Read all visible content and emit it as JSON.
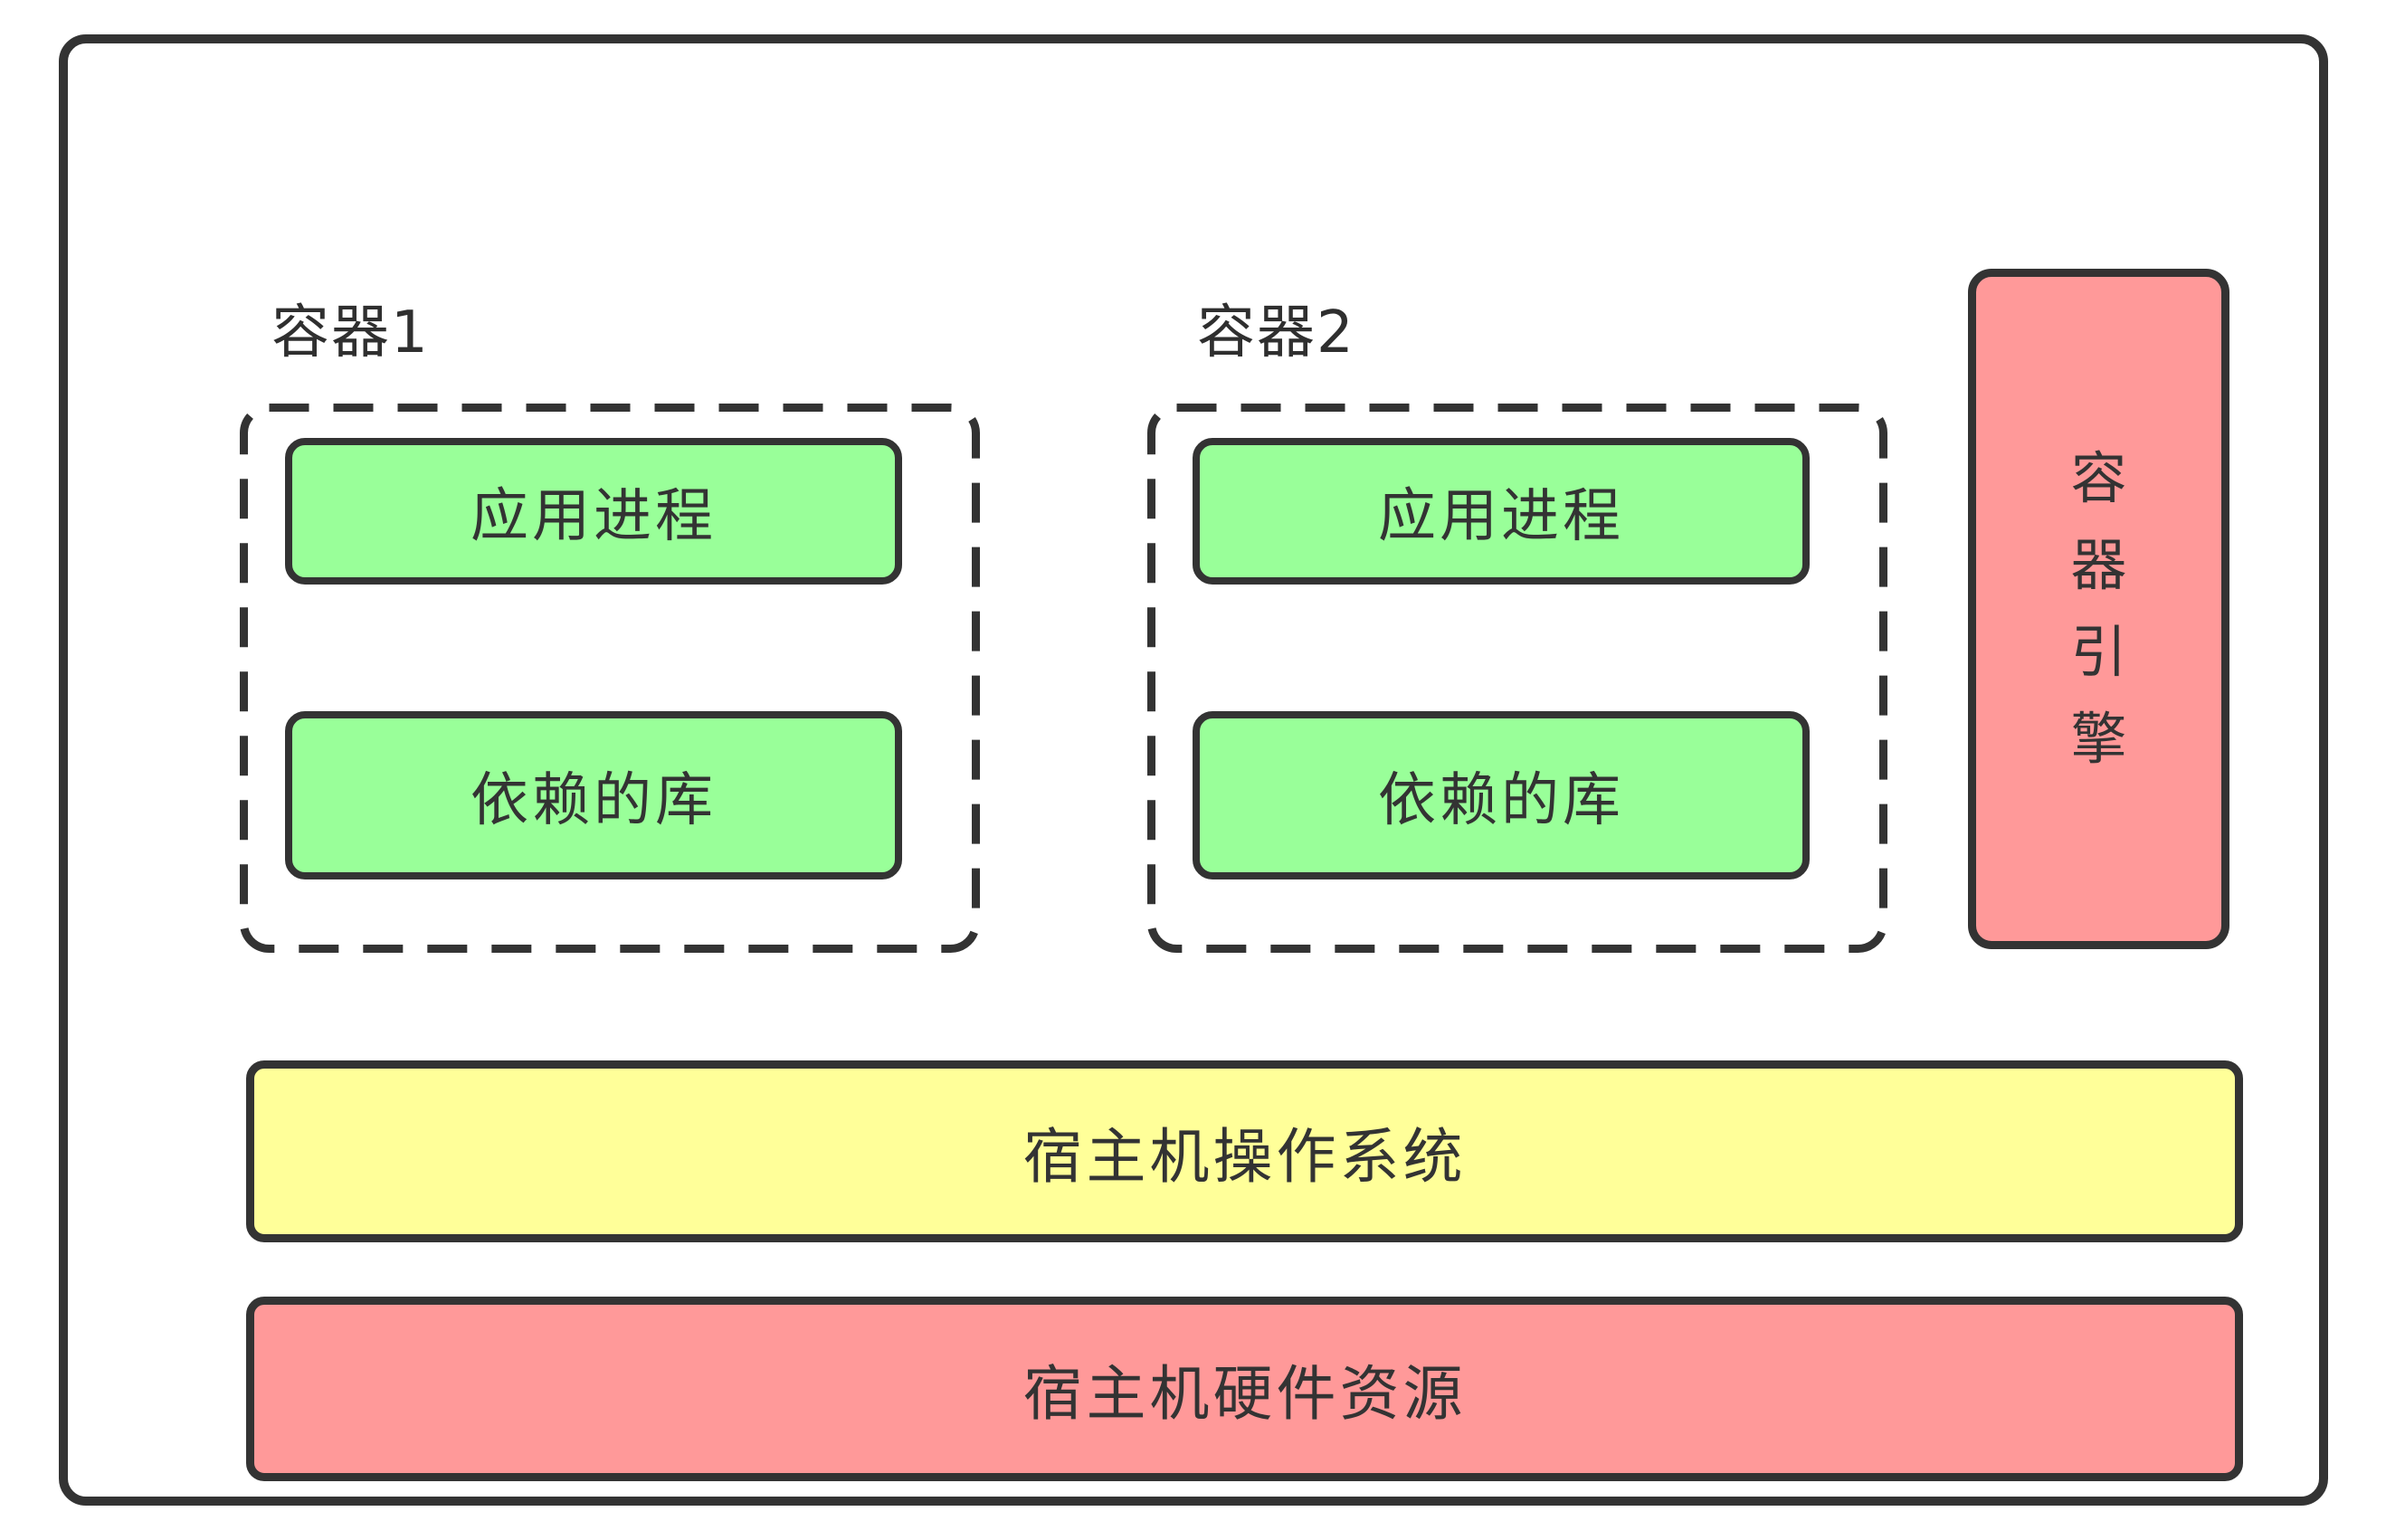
{
  "diagram": {
    "title": "container-architecture",
    "containers": [
      {
        "label": "容器1",
        "boxes": [
          {
            "label": "应用进程"
          },
          {
            "label": "依赖的库"
          }
        ]
      },
      {
        "label": "容器2",
        "boxes": [
          {
            "label": "应用进程"
          },
          {
            "label": "依赖的库"
          }
        ]
      }
    ],
    "engine": {
      "label": "容器引擎"
    },
    "host_os": {
      "label": "宿主机操作系统"
    },
    "host_hardware": {
      "label": "宿主机硬件资源"
    }
  },
  "colors": {
    "process_box_green": "#99ff99",
    "engine_box_pink": "#ff9999",
    "host_os_yellow": "#ffff99",
    "host_hardware_pink": "#ff9999",
    "stroke_dark": "#333333",
    "background_white": "#ffffff"
  }
}
